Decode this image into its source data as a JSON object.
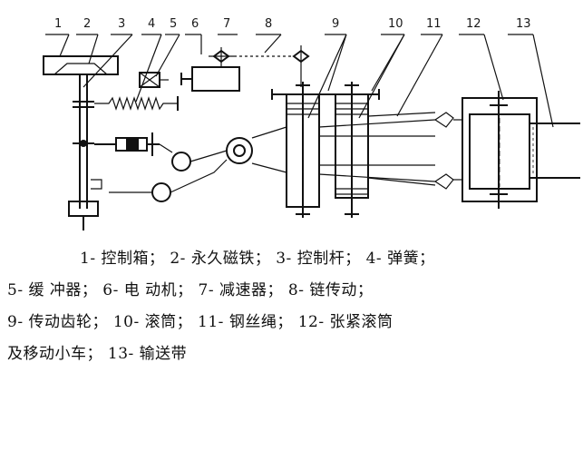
{
  "callouts": [
    "1",
    "2",
    "3",
    "4",
    "5",
    "6",
    "7",
    "8",
    "9",
    "10",
    "11",
    "12",
    "13"
  ],
  "legend": {
    "line1": "1- 控制箱； 2- 永久磁铁； 3- 控制杆； 4- 弹簧；",
    "line2": "5- 缓 冲器； 6- 电 动机； 7- 减速器； 8- 链传动；",
    "line3": "9- 传动齿轮； 10- 滚筒； 11- 钢丝绳； 12- 张紧滚筒",
    "line4": "及移动小车； 13- 输送带"
  },
  "colors": {
    "ink": "#111111",
    "background": "#ffffff"
  }
}
